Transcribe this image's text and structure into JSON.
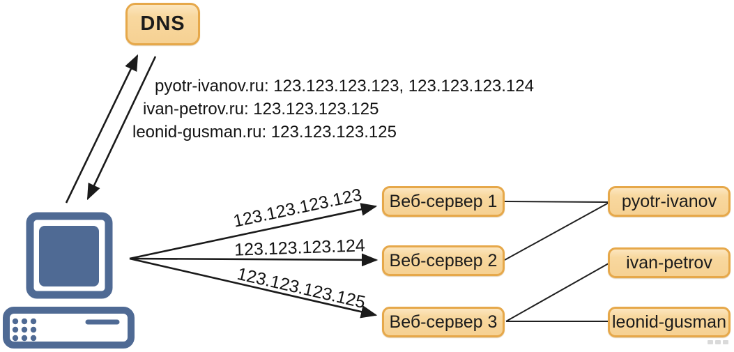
{
  "dns_box": {
    "label": "DNS"
  },
  "records": [
    "pyotr-ivanov.ru: 123.123.123.123, 123.123.123.124",
    "ivan-petrov.ru: 123.123.123.125",
    "leonid-gusman.ru: 123.123.123.125"
  ],
  "ip_arrows": [
    {
      "label": "123.123.123.123",
      "from": "client",
      "to": "Веб-сервер 1"
    },
    {
      "label": "123.123.123.124",
      "from": "client",
      "to": "Веб-сервер 2"
    },
    {
      "label": "123.123.123.125",
      "from": "client",
      "to": "Веб-сервер 3"
    }
  ],
  "servers": [
    {
      "label": "Веб-сервер 1"
    },
    {
      "label": "Веб-сервер 2"
    },
    {
      "label": "Веб-сервер 3"
    }
  ],
  "sites": [
    {
      "label": "pyotr-ivanov"
    },
    {
      "label": "ivan-petrov"
    },
    {
      "label": "leonid-gusman"
    }
  ],
  "connections": [
    {
      "from": "Веб-сервер 1",
      "to": "pyotr-ivanov"
    },
    {
      "from": "Веб-сервер 2",
      "to": "pyotr-ivanov"
    },
    {
      "from": "Веб-сервер 3",
      "to": "ivan-petrov"
    },
    {
      "from": "Веб-сервер 3",
      "to": "leonid-gusman"
    }
  ],
  "colors": {
    "box_fill": "#f8d9a2",
    "box_border": "#e6a84a",
    "computer_blue": "#4f6a94",
    "arrow_black": "#1a1a1a"
  }
}
